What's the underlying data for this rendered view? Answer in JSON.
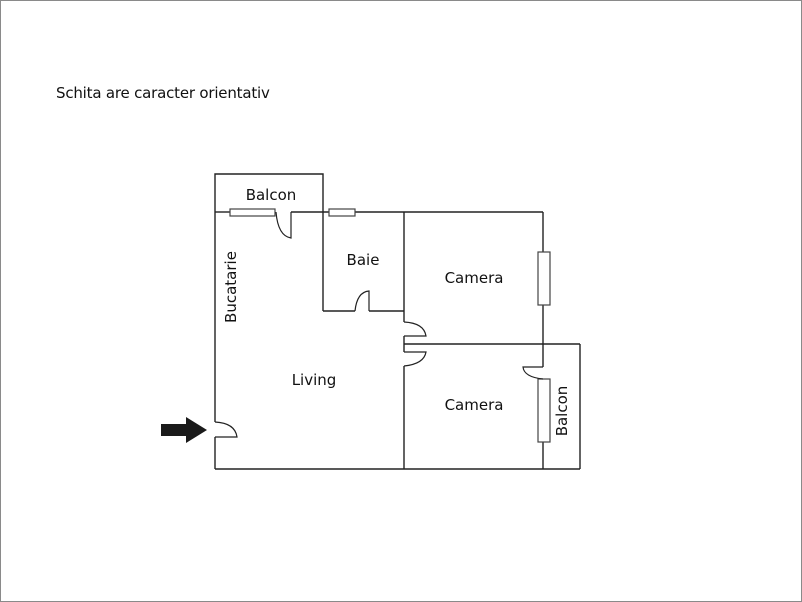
{
  "note": "Schita are caracter orientativ",
  "rooms": {
    "balcon_top": "Balcon",
    "bucatarie": "Bucatarie",
    "baie": "Baie",
    "camera_1": "Camera",
    "living": "Living",
    "camera_2": "Camera",
    "balcon_right": "Balcon"
  },
  "entrance": {
    "icon": "arrow-right-icon"
  },
  "colors": {
    "wall": "#222222",
    "border": "#8a8a8a",
    "arrow": "#1a1a1a"
  }
}
